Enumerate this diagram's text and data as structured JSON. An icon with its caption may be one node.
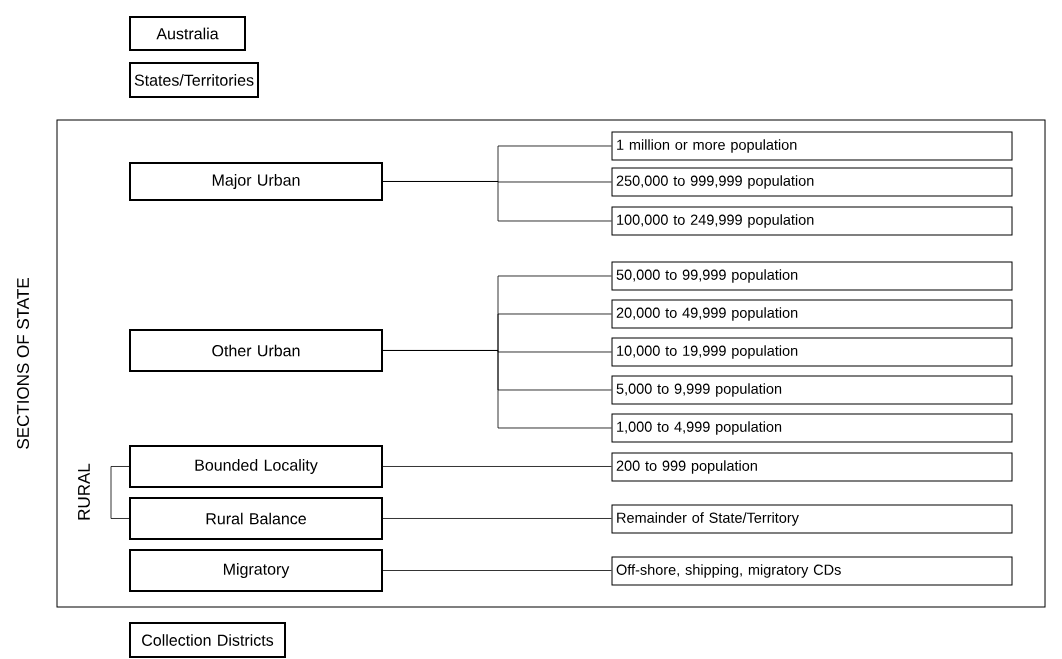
{
  "diagram": {
    "nodes": [
      {
        "text": [
          "Australia"
        ]
      },
      {
        "text": [
          "States/Territories"
        ]
      },
      {
        "text": [
          "SECTIONS OF STATE"
        ]
      },
      {
        "text": [
          "Major Urban"
        ],
        "in": 2
      },
      {
        "text": [
          "1 million or more population"
        ],
        "in": 2
      },
      {
        "text": [
          "250,000 to 999,999 population"
        ],
        "in": 2
      },
      {
        "text": [
          "100,000 to 249,999 population"
        ],
        "in": 2
      },
      {
        "text": [
          "Other Urban"
        ],
        "in": 2
      },
      {
        "text": [
          "50,000 to 99,999 population"
        ],
        "in": 2
      },
      {
        "text": [
          "20,000 to 49,999 population"
        ],
        "in": 2
      },
      {
        "text": [
          "10,000 to 19,999 population"
        ],
        "in": 2
      },
      {
        "text": [
          "5,000 to 9,999 population"
        ],
        "in": 2
      },
      {
        "text": [
          "1,000 to 4,999 population"
        ],
        "in": 2
      },
      {
        "text": [
          "Bounded Locality"
        ],
        "in": 2
      },
      {
        "text": [
          "200 to 999 population"
        ],
        "in": 2
      },
      {
        "text": [
          "Rural Balance"
        ],
        "in": 2
      },
      {
        "text": [
          "Remainder of State/Territory"
        ],
        "in": 2
      },
      {
        "text": [
          "Migratory"
        ],
        "in": 2
      },
      {
        "text": [
          "Off-shore, shipping, migratory CDs"
        ],
        "in": 2
      },
      {
        "text": [
          "Collection Districts"
        ]
      }
    ],
    "edges": [
      {
        "from": 3,
        "to": 4,
        "arrow": "none"
      },
      {
        "from": 3,
        "to": 5,
        "arrow": "none"
      },
      {
        "from": 3,
        "to": 6,
        "arrow": "none"
      },
      {
        "from": 7,
        "to": 8,
        "arrow": "none"
      },
      {
        "from": 7,
        "to": 9,
        "arrow": "none"
      },
      {
        "from": 7,
        "to": 10,
        "arrow": "none"
      },
      {
        "from": 7,
        "to": 11,
        "arrow": "none"
      },
      {
        "from": 7,
        "to": 12,
        "arrow": "none"
      },
      {
        "from": 13,
        "to": 14,
        "arrow": "none"
      },
      {
        "from": 13,
        "to": 15,
        "arrow": "none"
      },
      {
        "from": 15,
        "to": 16,
        "arrow": "none"
      },
      {
        "from": 17,
        "to": 18,
        "arrow": "none"
      }
    ],
    "labels": [
      "RURAL"
    ]
  }
}
